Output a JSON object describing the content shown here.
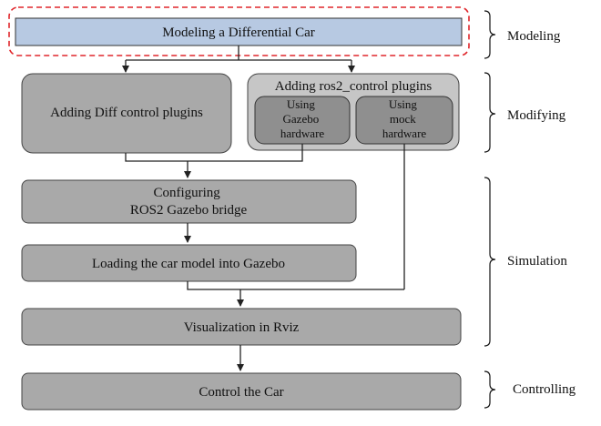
{
  "boxes": {
    "modeling_car": "Modeling a Differential Car",
    "diff_plugins": "Adding Diff control plugins",
    "ros2_plugins": "Adding ros2_control plugins",
    "gazebo_hw": [
      "Using",
      "Gazebo",
      "hardware"
    ],
    "mock_hw": [
      "Using",
      "mock",
      "hardware"
    ],
    "bridge": [
      "Configuring",
      "ROS2 Gazebo bridge"
    ],
    "loading": "Loading the car model into Gazebo",
    "rviz": "Visualization in Rviz",
    "control": "Control the Car"
  },
  "stages": {
    "modeling": "Modeling",
    "modifying": "Modifying",
    "simulation": "Simulation",
    "controlling": "Controlling"
  },
  "colors": {
    "top_box_fill": "#b7c9e2",
    "box_fill": "#a9a9a9",
    "container_fill": "#c6c6c6",
    "inner_box_fill": "#8f8f8f",
    "highlight_dash": "#e0262b"
  }
}
